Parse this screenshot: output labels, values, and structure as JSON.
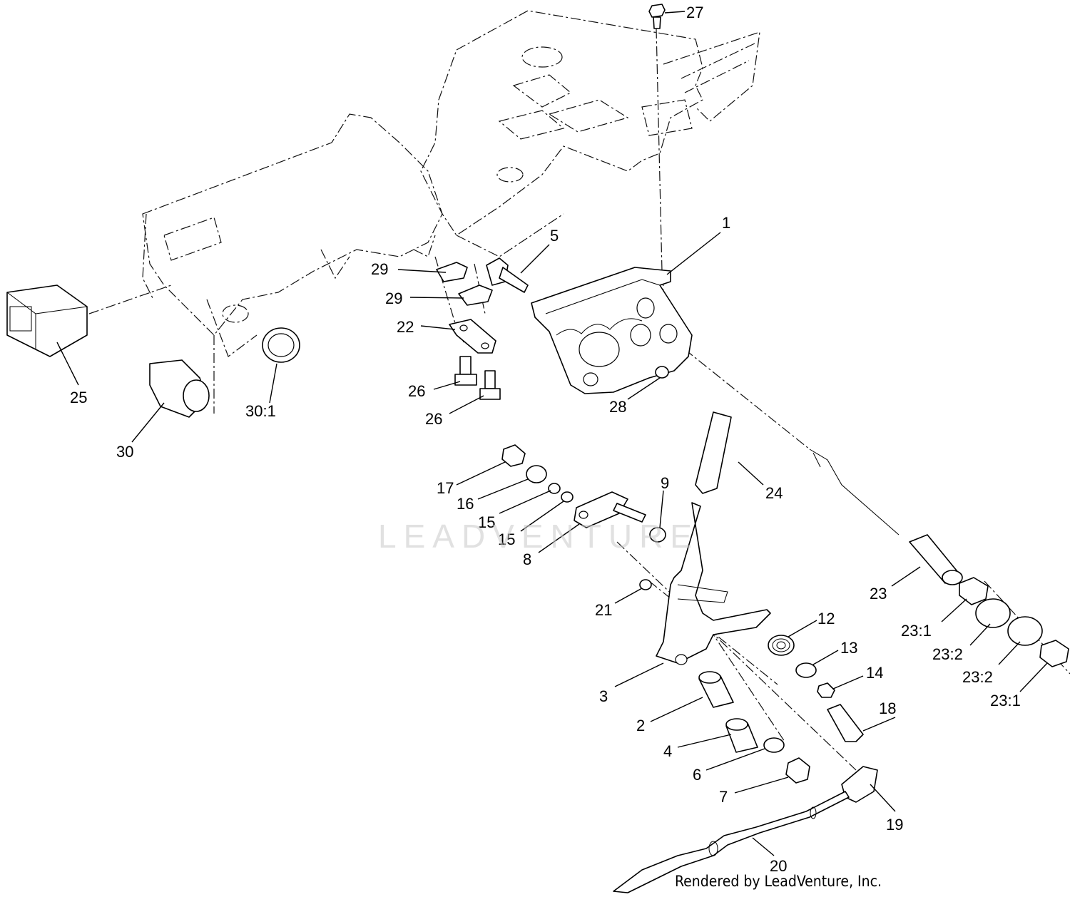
{
  "watermark": {
    "text": "LEADVENTURE"
  },
  "credit": "Rendered by LeadVenture, Inc.",
  "callouts": [
    {
      "id": "27",
      "label": "27"
    },
    {
      "id": "1",
      "label": "1"
    },
    {
      "id": "5",
      "label": "5"
    },
    {
      "id": "29a",
      "label": "29"
    },
    {
      "id": "29b",
      "label": "29"
    },
    {
      "id": "22",
      "label": "22"
    },
    {
      "id": "26a",
      "label": "26"
    },
    {
      "id": "26b",
      "label": "26"
    },
    {
      "id": "28",
      "label": "28"
    },
    {
      "id": "25",
      "label": "25"
    },
    {
      "id": "30",
      "label": "30"
    },
    {
      "id": "30-1",
      "label": "30:1"
    },
    {
      "id": "17",
      "label": "17"
    },
    {
      "id": "16",
      "label": "16"
    },
    {
      "id": "15a",
      "label": "15"
    },
    {
      "id": "15b",
      "label": "15"
    },
    {
      "id": "8",
      "label": "8"
    },
    {
      "id": "9",
      "label": "9"
    },
    {
      "id": "24",
      "label": "24"
    },
    {
      "id": "21",
      "label": "21"
    },
    {
      "id": "12",
      "label": "12"
    },
    {
      "id": "13",
      "label": "13"
    },
    {
      "id": "14",
      "label": "14"
    },
    {
      "id": "3",
      "label": "3"
    },
    {
      "id": "2",
      "label": "2"
    },
    {
      "id": "18",
      "label": "18"
    },
    {
      "id": "4",
      "label": "4"
    },
    {
      "id": "6",
      "label": "6"
    },
    {
      "id": "7",
      "label": "7"
    },
    {
      "id": "19",
      "label": "19"
    },
    {
      "id": "20",
      "label": "20"
    },
    {
      "id": "23",
      "label": "23"
    },
    {
      "id": "23-1a",
      "label": "23:1"
    },
    {
      "id": "23-2a",
      "label": "23:2"
    },
    {
      "id": "23-2b",
      "label": "23:2"
    },
    {
      "id": "23-1b",
      "label": "23:1"
    }
  ]
}
